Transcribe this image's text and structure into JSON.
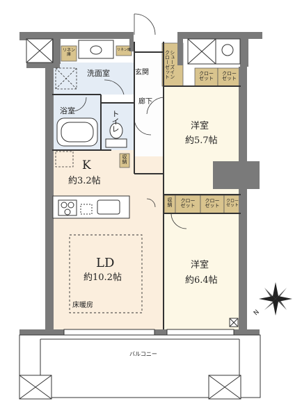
{
  "colors": {
    "wall": "#7a7a7a",
    "floor_wood": "#fbeedd",
    "floor_wet": "#e4ecf5",
    "floor_room": "#fdf8e6",
    "storage": "#d9c48e",
    "line": "#333333"
  },
  "rooms": {
    "western_room_1": {
      "name": "洋室",
      "area": "約5.7帖"
    },
    "western_room_2": {
      "name": "洋室",
      "area": "約6.4帖"
    },
    "kitchen": {
      "name": "K",
      "area": "約3.2帖"
    },
    "living_dining": {
      "name": "LD",
      "area": "約10.2帖",
      "floor_heating": "床暖房"
    },
    "washroom": {
      "name": "洗面室"
    },
    "bathroom": {
      "name": "浴室"
    },
    "toilet": {
      "name": "トイレ"
    },
    "entrance": {
      "name": "玄関"
    },
    "hallway": {
      "name": "廊下"
    },
    "balcony": {
      "name": "バルコニー"
    }
  },
  "storage_labels": {
    "linen_left": "リネン\n庫",
    "linen_right": "リネン庫",
    "shoes_in": "シューズイン\nクローゼット",
    "closet_1a": "クロー\nゼット",
    "closet_1b": "クロー\nゼット",
    "storage_hall": "収\n納",
    "storage_room2": "収\n納",
    "closet_2a": "クロー\nゼット",
    "closet_2b": "クロー\nゼット",
    "closet_2c": "クロー\nゼット"
  },
  "compass": {
    "label": "N"
  }
}
